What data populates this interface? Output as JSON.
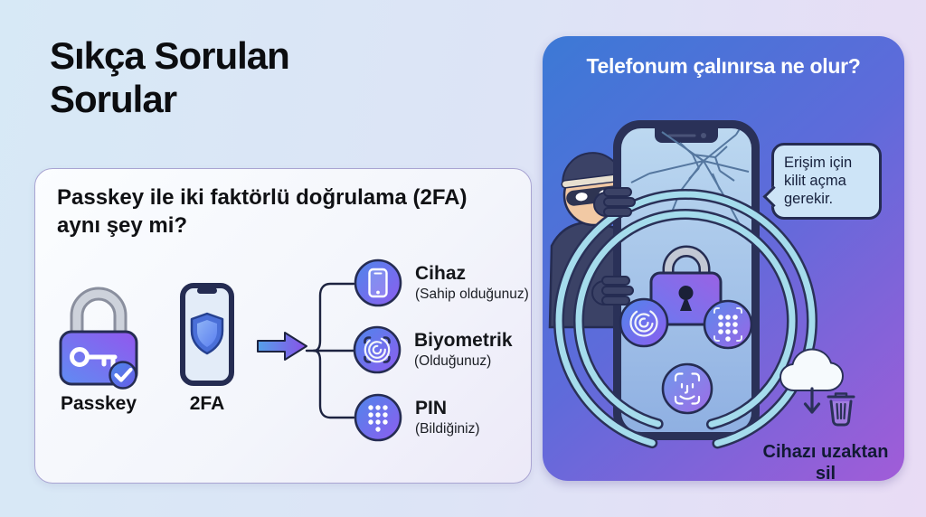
{
  "header": {
    "title": "Sıkça Sorulan Sorular"
  },
  "faq_card": {
    "question": "Passkey ile iki faktörlü doğrulama (2FA) aynı şey mi?",
    "passkey": {
      "label": "Passkey",
      "icon": "padlock-key-check-icon"
    },
    "tfa": {
      "label": "2FA",
      "icon": "phone-shield-icon"
    },
    "arrow_icon": "right-arrow-icon",
    "factors": [
      {
        "title": "Cihaz",
        "subtitle": "(Sahip olduğunuz)",
        "icon": "smartphone-icon"
      },
      {
        "title": "Biyometrik",
        "subtitle": "(Olduğunuz)",
        "icon": "fingerprint-icon"
      },
      {
        "title": "PIN",
        "subtitle": "(Bildiğiniz)",
        "icon": "keypad-icon"
      }
    ]
  },
  "stolen_phone_card": {
    "title": "Telefonum çalınırsa ne olur?",
    "speech_bubble": "Erişim için kilit açma gerekir.",
    "remote_wipe": {
      "label": "Cihazı uzaktan sil",
      "icon": "cloud-delete-icon"
    },
    "illustration_icons": [
      "thief-icon",
      "cracked-phone-icon",
      "shield-ring-icon",
      "padlock-icon",
      "fingerprint-icon",
      "keypad-icon",
      "face-id-icon"
    ]
  },
  "colors": {
    "accent_blue": "#4a80e8",
    "accent_purple": "#8a5cf0",
    "panel_gradient_start": "#3c79d6",
    "panel_gradient_end": "#a15cd8",
    "navy_outline": "#252c52",
    "screen_blue": "#b9d6ee",
    "ring_teal": "#a5dcec",
    "bubble_bg": "#cde4f7"
  }
}
